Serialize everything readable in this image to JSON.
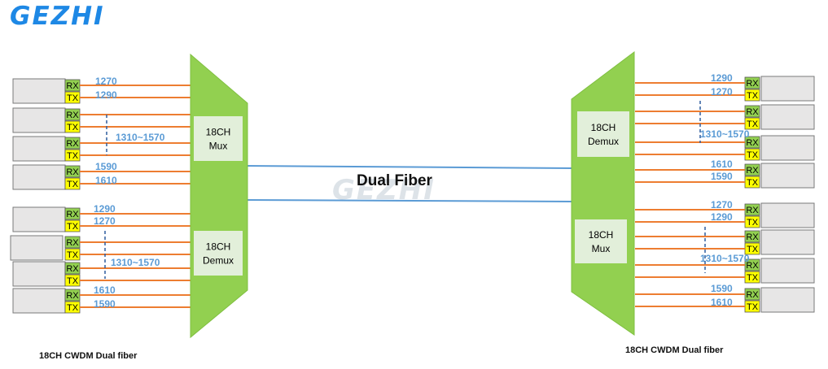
{
  "brand": "GEZHI",
  "link_label": "Dual Fiber",
  "captions": {
    "left": "18CH CWDM Dual fiber",
    "right": "18CH CWDM Dual fiber"
  },
  "ports": {
    "rx": "RX",
    "tx": "TX"
  },
  "left_mux": {
    "title": "18CH",
    "sub": "Mux"
  },
  "left_demux": {
    "title": "18CH",
    "sub": "Demux"
  },
  "right_demux": {
    "title": "18CH",
    "sub": "Demux"
  },
  "right_mux": {
    "title": "18CH",
    "sub": "Mux"
  },
  "wavelengths": {
    "left_top": [
      "1270",
      "1290",
      "1310~1570",
      "1590",
      "1610"
    ],
    "left_bottom": [
      "1290",
      "1270",
      "1310~1570",
      "1610",
      "1590"
    ],
    "right_top": [
      "1290",
      "1270",
      "1310~1570",
      "1610",
      "1590"
    ],
    "right_bottom": [
      "1270",
      "1290",
      "1310~1570",
      "1590",
      "1610"
    ]
  },
  "colors": {
    "trapezoid": "#92d050",
    "mux_label_bg": "#e2efda",
    "line": "#ed7d31",
    "fiber": "#5b9bd5",
    "wavelength_text": "#5b9bd5",
    "rx_bg": "#92d050",
    "tx_bg": "#ffff00",
    "module_bg": "#e7e6e6",
    "brand": "#1e88e5"
  }
}
